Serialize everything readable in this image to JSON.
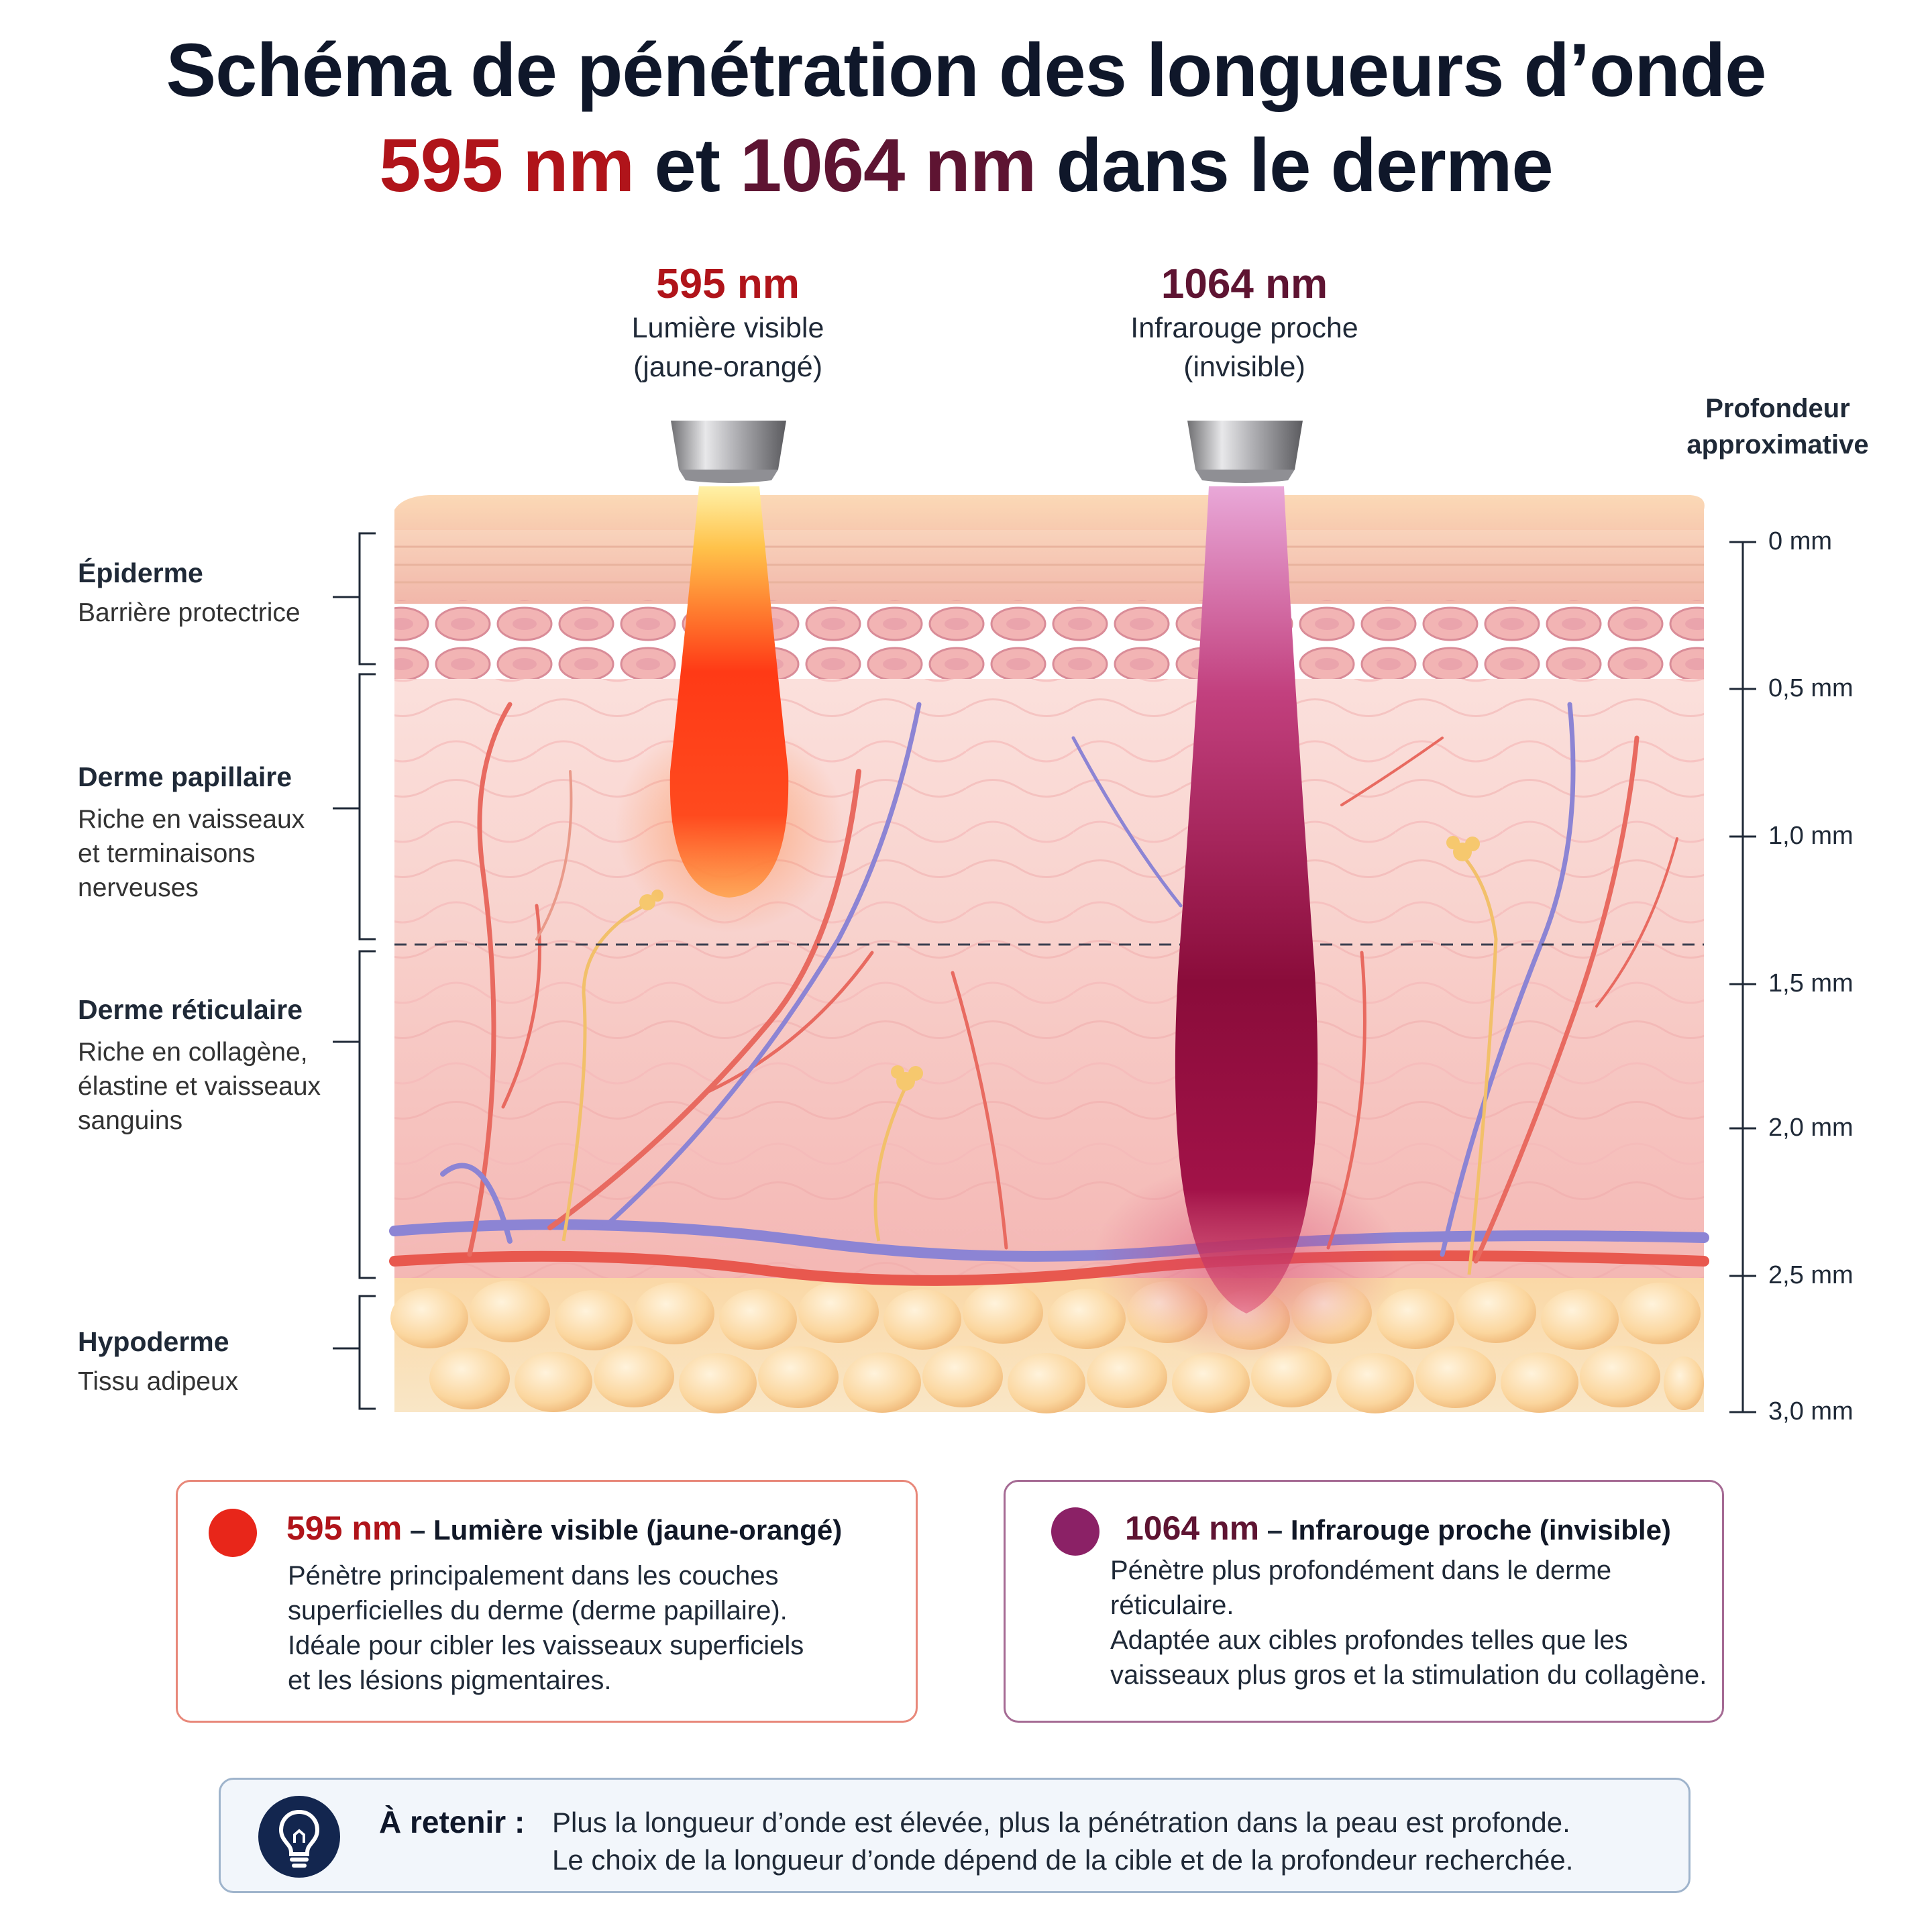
{
  "title": {
    "line1": "Schéma de pénétration des longueurs d’onde",
    "line2_part1": "595 nm",
    "line2_part2": " et ",
    "line2_part3": "1064 nm",
    "line2_part4": " dans le derme"
  },
  "wavelengths": [
    {
      "value": "595 nm",
      "label_line1": "Lumière visible",
      "label_line2": "(jaune-orangé)"
    },
    {
      "value": "1064 nm",
      "label_line1": "Infrarouge proche",
      "label_line2": "(invisible)"
    }
  ],
  "depth_axis": {
    "title_line1": "Profondeur",
    "title_line2": "approximative",
    "ticks": [
      "0 mm",
      "0,5 mm",
      "1,0 mm",
      "1,5 mm",
      "2,0 mm",
      "2,5 mm",
      "3,0 mm"
    ]
  },
  "layers": [
    {
      "name": "Épiderme",
      "desc": [
        "Barrière protectrice"
      ]
    },
    {
      "name": "Derme papillaire",
      "desc": [
        "Riche en vaisseaux",
        "et terminaisons",
        "nerveuses"
      ]
    },
    {
      "name": "Derme réticulaire",
      "desc": [
        "Riche en collagène,",
        "élastine et vaisseaux",
        "sanguins"
      ]
    },
    {
      "name": "Hypoderme",
      "desc": [
        "Tissu adipeux"
      ]
    }
  ],
  "cards": [
    {
      "value": "595 nm",
      "dash": " – ",
      "title": "Lumière visible (jaune-orangé)",
      "body": [
        "Pénètre principalement dans les couches",
        "superficielles du derme (derme papillaire).",
        "Idéale pour cibler les vaisseaux superficiels",
        "et les lésions pigmentaires."
      ]
    },
    {
      "value": "1064 nm",
      "dash": " – ",
      "title": "Infrarouge proche (invisible)",
      "body": [
        "Pénètre plus profondément dans le derme",
        "réticulaire.",
        "Adaptée aux cibles profondes telles que les",
        "vaisseaux plus gros et la stimulation du collagène."
      ]
    }
  ],
  "note": {
    "label": "À retenir :",
    "lines": [
      "Plus la longueur d’onde est élevée, plus la pénétration dans la peau est profonde.",
      "Le choix de la longueur d’onde dépend de la cible et de la profondeur recherchée."
    ]
  },
  "colors": {
    "wl595": "#b0141a",
    "wl1064": "#5e1432",
    "dot595": "#e8261a",
    "dot1064": "#8b2166",
    "card595_border": "#e8887a",
    "card1064_border": "#a56b94",
    "note_icon": "#13264f"
  }
}
